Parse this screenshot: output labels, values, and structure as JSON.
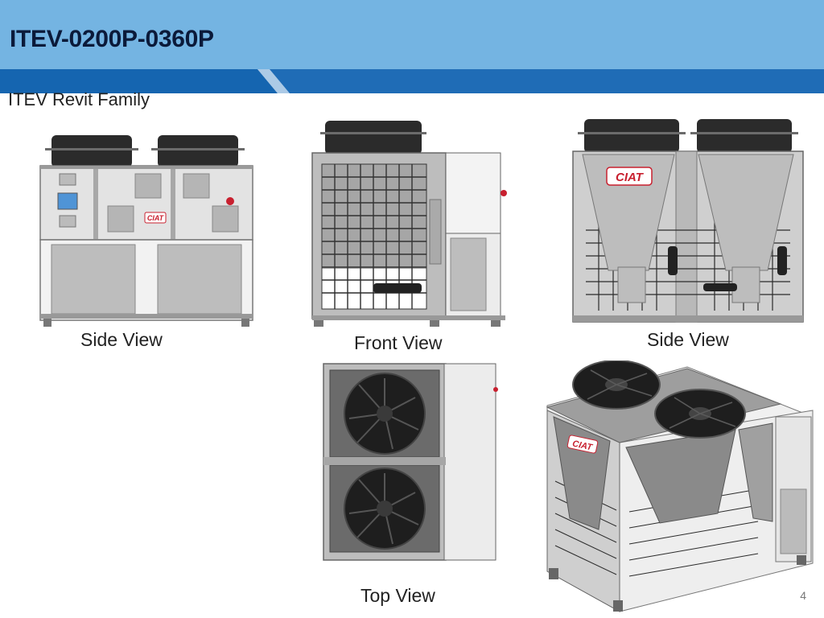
{
  "slide": {
    "title": "ITEV-0200P-0360P",
    "subtitle": "ITEV Revit Family",
    "number": "4"
  },
  "views": {
    "side_left": "Side View",
    "front": "Front View",
    "side_right": "Side View",
    "top": "Top View"
  },
  "brand": {
    "logo_text": "CIAT",
    "accent_color": "#1565b0",
    "header_color": "#74b4e2",
    "logo_color": "#c8202f"
  }
}
